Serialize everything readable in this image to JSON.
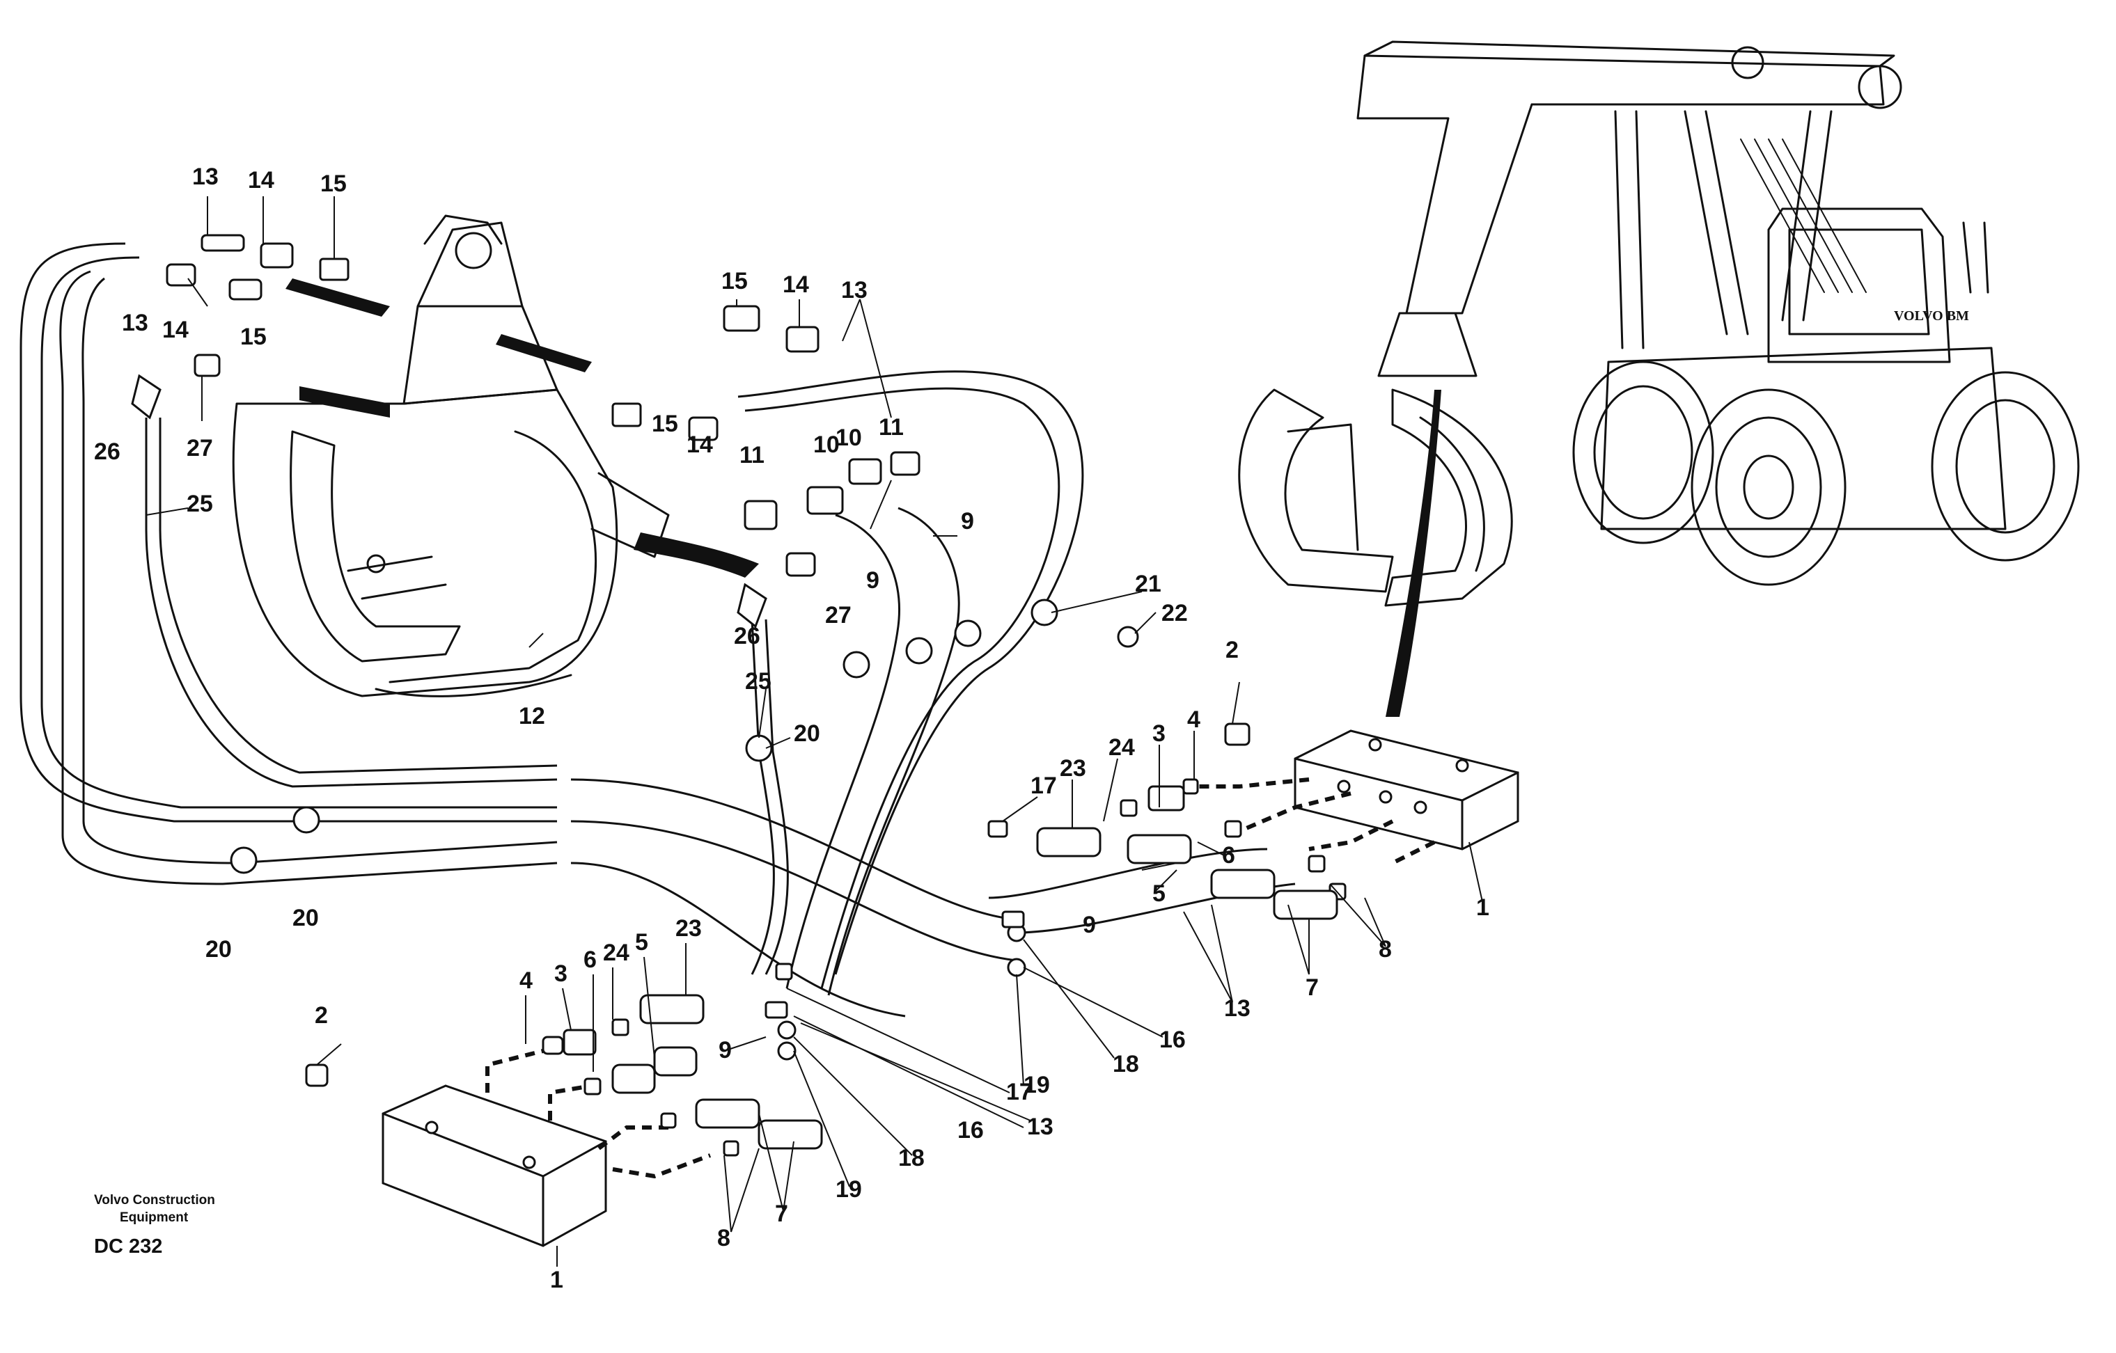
{
  "footer": {
    "company_line1": "Volvo Construction",
    "company_line2": "Equipment",
    "drawing_code": "DC 232"
  },
  "machine_logo": "VOLVO BM",
  "callouts": [
    {
      "id": "c13a",
      "label": "13"
    },
    {
      "id": "c14a",
      "label": "14"
    },
    {
      "id": "c15a",
      "label": "15"
    },
    {
      "id": "c13b",
      "label": "13"
    },
    {
      "id": "c14b",
      "label": "14"
    },
    {
      "id": "c15b",
      "label": "15"
    },
    {
      "id": "c26a",
      "label": "26"
    },
    {
      "id": "c27a",
      "label": "27"
    },
    {
      "id": "c25a",
      "label": "25"
    },
    {
      "id": "c15c",
      "label": "15"
    },
    {
      "id": "c14c",
      "label": "14"
    },
    {
      "id": "c13c",
      "label": "13"
    },
    {
      "id": "c15d",
      "label": "15"
    },
    {
      "id": "c14d",
      "label": "14"
    },
    {
      "id": "c11a",
      "label": "11"
    },
    {
      "id": "c10a",
      "label": "10"
    },
    {
      "id": "c10b",
      "label": "10"
    },
    {
      "id": "c11b",
      "label": "11"
    },
    {
      "id": "c9a",
      "label": "9"
    },
    {
      "id": "c9b",
      "label": "9"
    },
    {
      "id": "c27b",
      "label": "27"
    },
    {
      "id": "c26b",
      "label": "26"
    },
    {
      "id": "c21",
      "label": "21"
    },
    {
      "id": "c22",
      "label": "22"
    },
    {
      "id": "c12",
      "label": "12"
    },
    {
      "id": "c25b",
      "label": "25"
    },
    {
      "id": "c20a",
      "label": "20"
    },
    {
      "id": "c20b",
      "label": "20"
    },
    {
      "id": "c20c",
      "label": "20"
    },
    {
      "id": "c2a",
      "label": "2"
    },
    {
      "id": "c2b",
      "label": "2"
    },
    {
      "id": "c17a",
      "label": "17"
    },
    {
      "id": "c23a",
      "label": "23"
    },
    {
      "id": "c24a",
      "label": "24"
    },
    {
      "id": "c3a",
      "label": "3"
    },
    {
      "id": "c4a",
      "label": "4"
    },
    {
      "id": "c6a",
      "label": "6"
    },
    {
      "id": "c5a",
      "label": "5"
    },
    {
      "id": "c9c",
      "label": "9"
    },
    {
      "id": "c1a",
      "label": "1"
    },
    {
      "id": "c8a",
      "label": "8"
    },
    {
      "id": "c7a",
      "label": "7"
    },
    {
      "id": "c13d",
      "label": "13"
    },
    {
      "id": "c16a",
      "label": "16"
    },
    {
      "id": "c18a",
      "label": "18"
    },
    {
      "id": "c19a",
      "label": "19"
    },
    {
      "id": "c4b",
      "label": "4"
    },
    {
      "id": "c3b",
      "label": "3"
    },
    {
      "id": "c6b",
      "label": "6"
    },
    {
      "id": "c24b",
      "label": "24"
    },
    {
      "id": "c5b",
      "label": "5"
    },
    {
      "id": "c23b",
      "label": "23"
    },
    {
      "id": "c9d",
      "label": "9"
    },
    {
      "id": "c17b",
      "label": "17"
    },
    {
      "id": "c16b",
      "label": "16"
    },
    {
      "id": "c13e",
      "label": "13"
    },
    {
      "id": "c18b",
      "label": "18"
    },
    {
      "id": "c19b",
      "label": "19"
    },
    {
      "id": "c8b",
      "label": "8"
    },
    {
      "id": "c7b",
      "label": "7"
    },
    {
      "id": "c1b",
      "label": "1"
    }
  ]
}
